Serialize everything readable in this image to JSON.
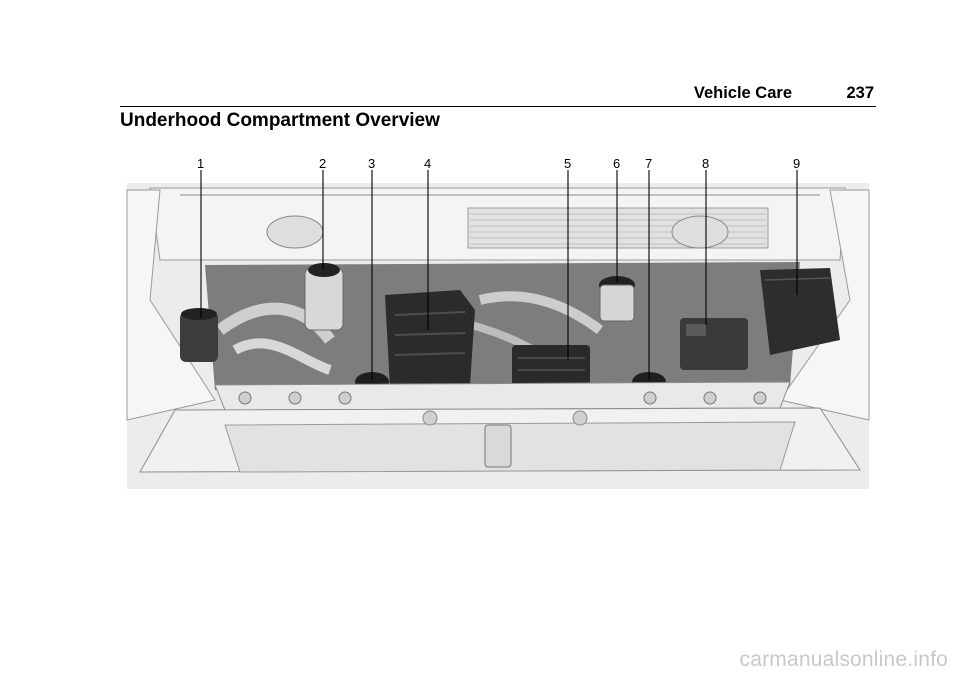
{
  "header": {
    "section": "Vehicle Care",
    "page_number": "237"
  },
  "title": "Underhood Compartment Overview",
  "figure": {
    "callouts": [
      "1",
      "2",
      "3",
      "4",
      "5",
      "6",
      "7",
      "8",
      "9"
    ]
  },
  "watermark": "carmanualsonline.info"
}
